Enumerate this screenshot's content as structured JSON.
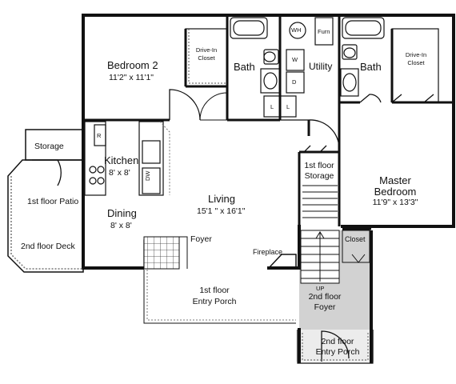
{
  "rooms": {
    "bedroom2": {
      "name": "Bedroom 2",
      "size": "11'2\" x 11'1\""
    },
    "closet_bed2": {
      "line1": "Drive-In",
      "line2": "Closet"
    },
    "bath_left": {
      "name": "Bath"
    },
    "utility": {
      "name": "Utility"
    },
    "bath_right": {
      "name": "Bath"
    },
    "closet_master": {
      "line1": "Drive-In",
      "line2": "Closet"
    },
    "storage": {
      "name": "Storage"
    },
    "kitchen": {
      "name": "Kitchen",
      "size": "8' x 8'"
    },
    "patio": {
      "name": "1st floor Patio"
    },
    "deck": {
      "name": "2nd floor Deck"
    },
    "dining": {
      "name": "Dining",
      "size": "8' x 8'"
    },
    "living": {
      "name": "Living",
      "size": "15'1 \" x 16'1\""
    },
    "foyer": {
      "name": "Foyer"
    },
    "fireplace": {
      "name": "Fireplace"
    },
    "storage1": {
      "line1": "1st floor",
      "line2": "Storage"
    },
    "master": {
      "line1": "Master",
      "line2": "Bedroom",
      "size": "11'9\" x 13'3\""
    },
    "closet_stair": {
      "name": "Closet"
    },
    "porch1": {
      "line1": "1st floor",
      "line2": "Entry Porch"
    },
    "foyer2": {
      "line1": "2nd floor",
      "line2": "Foyer"
    },
    "porch2": {
      "line1": "2nd floor",
      "line2": "Entry Porch"
    }
  },
  "fixtures": {
    "wh": "WH",
    "furn": "Furn",
    "w": "W",
    "d": "D",
    "l": "L",
    "r": "R",
    "dw": "DW",
    "up": "UP"
  }
}
